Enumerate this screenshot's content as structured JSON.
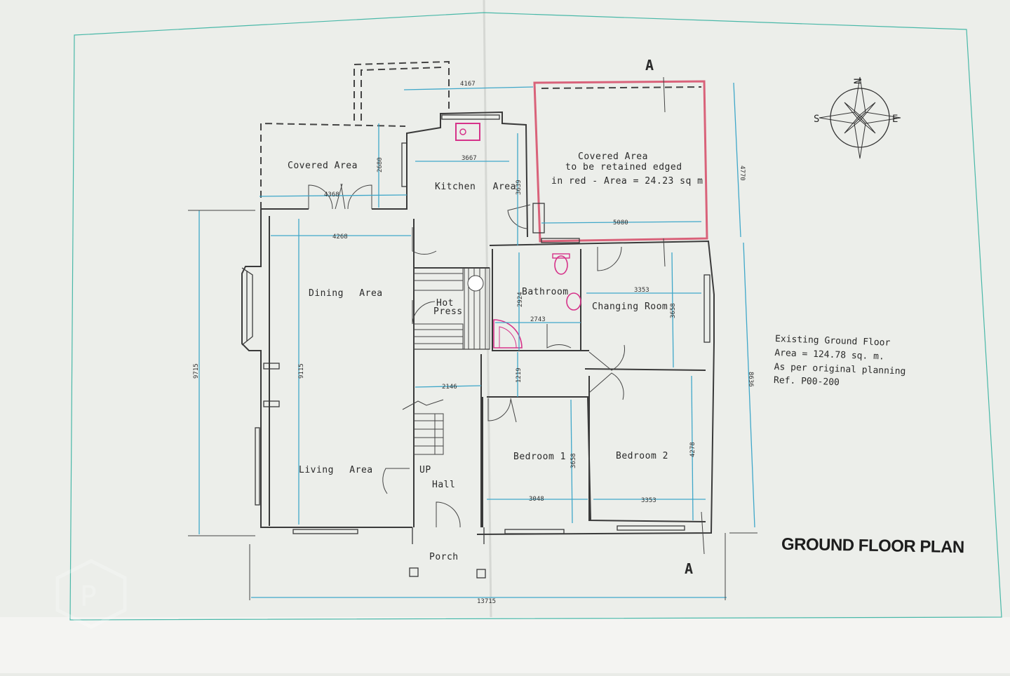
{
  "plan": {
    "title": "GROUND FLOOR PLAN",
    "section_marker": "A",
    "notes": {
      "line1": "Existing Ground Floor",
      "line2": "Area = 124.78 sq. m.",
      "line3": "As per original planning",
      "line4": "Ref. P00-200"
    },
    "compass": {
      "north": "N",
      "south": "S",
      "east": "E"
    }
  },
  "rooms": {
    "covered_area_left": "Covered Area",
    "covered_area_red_1": "Covered Area",
    "covered_area_red_2": "to be retained edged",
    "covered_area_red_3": "in red - Area = 24.23 sq m",
    "kitchen": "Kitchen Area",
    "dining": "Dining Area",
    "living": "Living Area",
    "hot_press_1": "Hot",
    "hot_press_2": "Press",
    "bathroom": "Bathroom",
    "changing_room": "Changing Room",
    "bedroom1": "Bedroom 1",
    "bedroom2": "Bedroom 2",
    "hall": "Hall",
    "up": "UP",
    "porch": "Porch"
  },
  "dimensions": {
    "top": "4167",
    "kitchen_width": "3667",
    "kitchen_height": "3639",
    "covered_left_width": "4368",
    "covered_left_height": "2680",
    "dining_width": "4268",
    "red_height": "4770",
    "red_width": "5080",
    "left_total": "9715",
    "living_height": "9115",
    "hall_width": "2146",
    "bathroom_height": "2924",
    "bathroom_width": "2743",
    "changing_width": "3353",
    "changing_height": "3658",
    "corridor": "1219",
    "bedroom1_height": "3658",
    "bedroom1_width": "3048",
    "bedroom2_height": "4278",
    "bedroom2_width": "3353",
    "right_total": "8636",
    "bottom_total": "13715"
  },
  "colors": {
    "paper": "#e9ebe7",
    "wall": "#3a3a3a",
    "dimension": "#3fa7c9",
    "border": "#49b8a8",
    "retained_area": "#d9627a",
    "fixtures": "#d6338a"
  }
}
